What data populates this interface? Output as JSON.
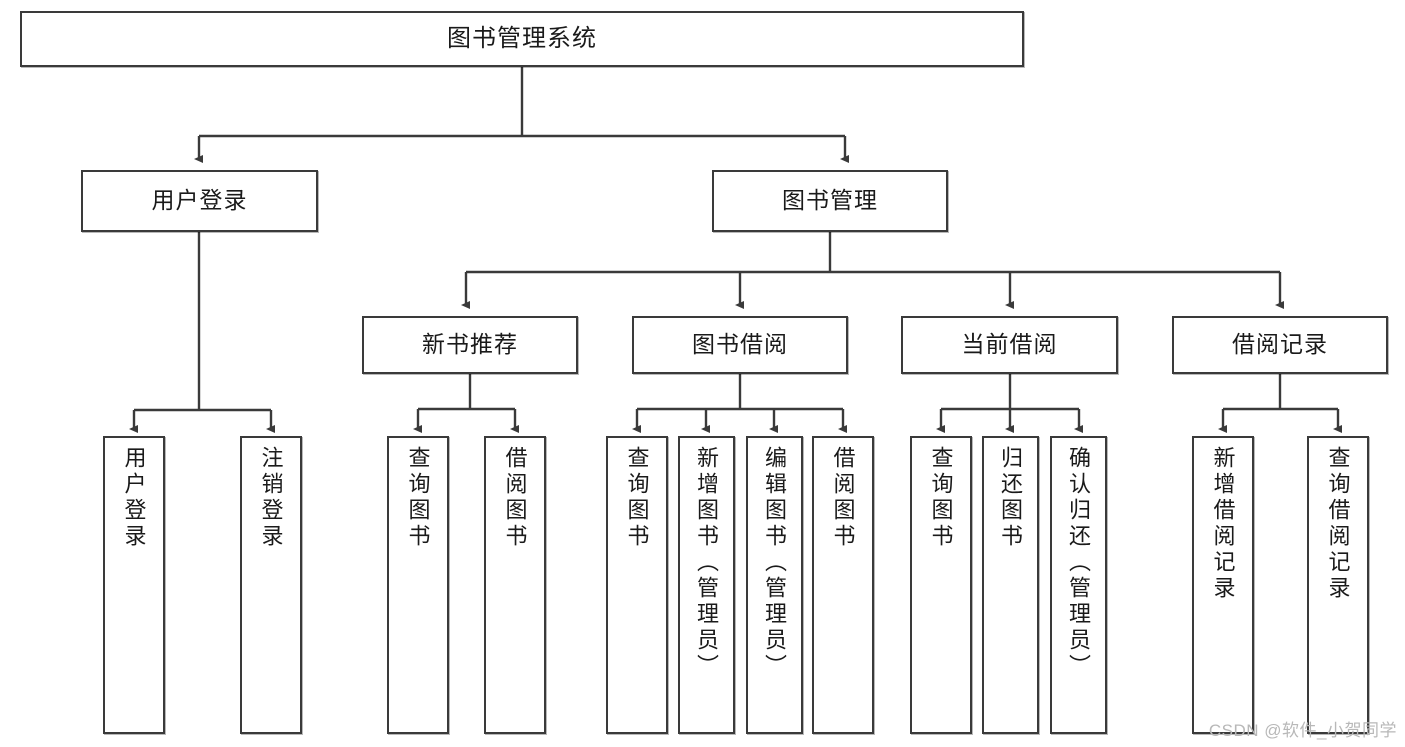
{
  "diagram": {
    "title": "图书管理系统",
    "watermark": "CSDN @软件_小贺同学",
    "colors": {
      "box_border": "#3a3a3a",
      "box_fill": "#ffffff",
      "edge": "#3a3a3a",
      "text": "#1a1a1a",
      "watermark": "#b8b8b8",
      "background": "#ffffff"
    },
    "root": {
      "label": "图书管理系统"
    },
    "level2": [
      {
        "label": "用户登录"
      },
      {
        "label": "图书管理"
      }
    ],
    "level3": [
      {
        "label": "新书推荐"
      },
      {
        "label": "图书借阅"
      },
      {
        "label": "当前借阅"
      },
      {
        "label": "借阅记录"
      }
    ],
    "leaves": {
      "user_login": [
        {
          "label": "用户登录"
        },
        {
          "label": "注销登录"
        }
      ],
      "new_book": [
        {
          "label": "查询图书"
        },
        {
          "label": "借阅图书"
        }
      ],
      "borrow_book": [
        {
          "label": "查询图书"
        },
        {
          "label": "新增图书（管理员）"
        },
        {
          "label": "编辑图书（管理员）"
        },
        {
          "label": "借阅图书"
        }
      ],
      "current_borrow": [
        {
          "label": "查询图书"
        },
        {
          "label": "归还图书"
        },
        {
          "label": "确认归还（管理员）"
        }
      ],
      "borrow_record": [
        {
          "label": "新增借阅记录"
        },
        {
          "label": "查询借阅记录"
        }
      ]
    }
  }
}
